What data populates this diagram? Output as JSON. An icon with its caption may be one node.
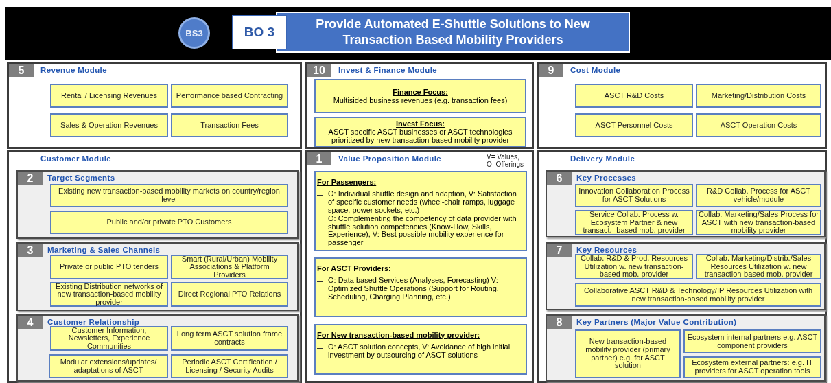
{
  "diagram": {
    "title": "Provide Automated E-Shuttle Solutions to New Transaction Based Mobility Providers",
    "nodes": [
      {
        "text": [
          "BS3"
        ]
      },
      {
        "text": [
          "BO 3"
        ]
      },
      {
        "text": [
          "5",
          "Revenue Module"
        ]
      },
      {
        "text": [
          "Rental / Licensing Revenues"
        ],
        "in": 2
      },
      {
        "text": [
          "Performance based Contracting"
        ],
        "in": 2
      },
      {
        "text": [
          "Sales & Operation Revenues"
        ],
        "in": 2
      },
      {
        "text": [
          "Transaction Fees"
        ],
        "in": 2
      },
      {
        "text": [
          "10",
          "Invest & Finance Module"
        ]
      },
      {
        "text": [
          "Finance Focus:",
          "Multisided business revenues (e.g. transaction fees)"
        ],
        "in": 7
      },
      {
        "text": [
          "Invest Focus:",
          "ASCT specific ASCT businesses or ASCT technologies prioritized by new transaction-based mobility provider"
        ],
        "in": 7
      },
      {
        "text": [
          "9",
          "Cost Module"
        ]
      },
      {
        "text": [
          "ASCT R&D Costs"
        ],
        "in": 10
      },
      {
        "text": [
          "Marketing/Distribution Costs"
        ],
        "in": 10
      },
      {
        "text": [
          "ASCT Personnel Costs"
        ],
        "in": 10
      },
      {
        "text": [
          "ASCT Operation Costs"
        ],
        "in": 10
      },
      {
        "text": [
          "Customer Module"
        ]
      },
      {
        "text": [
          "2",
          "Target Segments"
        ],
        "in": 15
      },
      {
        "text": [
          "Existing new transaction-based mobility markets on country/region level"
        ],
        "in": 16
      },
      {
        "text": [
          "Public and/or private PTO Customers"
        ],
        "in": 16
      },
      {
        "text": [
          "3",
          "Marketing & Sales Channels"
        ],
        "in": 15
      },
      {
        "text": [
          "Private or public PTO tenders"
        ],
        "in": 19
      },
      {
        "text": [
          "Smart (Rural/Urban) Mobility Associations & Platform Providers"
        ],
        "in": 19
      },
      {
        "text": [
          "Existing Distribution networks of new transaction-based mobility provider"
        ],
        "in": 19
      },
      {
        "text": [
          "Direct Regional PTO Relations"
        ],
        "in": 19
      },
      {
        "text": [
          "4",
          "Customer Relationship"
        ],
        "in": 15
      },
      {
        "text": [
          "Customer Information, Newsletters, Experience Communities"
        ],
        "in": 24
      },
      {
        "text": [
          "Long term ASCT solution frame contracts"
        ],
        "in": 24
      },
      {
        "text": [
          "Modular extensions/updates/ adaptations of ASCT"
        ],
        "in": 24
      },
      {
        "text": [
          "Periodic ASCT Certification / Licensing / Security Audits"
        ],
        "in": 24
      },
      {
        "text": [
          "1",
          "Value Proposition Module",
          "V= Values, O=Offerings"
        ]
      },
      {
        "text": [
          "For Passengers:",
          "O: Individual shuttle design and adaption, V: Satisfaction of specific customer needs (wheel-chair ramps, luggage space, power sockets, etc.)",
          "O: Complementing the competency of data provider with shuttle solution competencies (Know-How, Skills, Experience), V: Best possible mobility experience for passenger"
        ],
        "in": 29
      },
      {
        "text": [
          "For ASCT Providers:",
          "O: Data based Services (Analyses, Forecasting) V: Optimized Shuttle Operations (Support for Routing, Scheduling, Charging Planning, etc.)"
        ],
        "in": 29
      },
      {
        "text": [
          "For New transaction-based mobility provider:",
          "O: ASCT solution concepts, V: Avoidance of high initial investment by outsourcing of ASCT solutions"
        ],
        "in": 29
      },
      {
        "text": [
          "Delivery Module"
        ]
      },
      {
        "text": [
          "6",
          "Key Processes"
        ],
        "in": 33
      },
      {
        "text": [
          "Innovation Collaboration Process for ASCT Solutions"
        ],
        "in": 34
      },
      {
        "text": [
          "R&D Collab. Process for ASCT vehicle/module"
        ],
        "in": 34
      },
      {
        "text": [
          "Service Collab. Process w. Ecosystem Partner & new transact. -based mob. provider"
        ],
        "in": 34
      },
      {
        "text": [
          "Collab. Marketing/Sales Process for ASCT with new transaction-based mobility provider"
        ],
        "in": 34
      },
      {
        "text": [
          "7",
          "Key Resources"
        ],
        "in": 33
      },
      {
        "text": [
          "Collab. R&D & Prod. Resources Utilization w. new transaction-based mob. provider"
        ],
        "in": 39
      },
      {
        "text": [
          "Collab. Marketing/Distrib./Sales Resources Utilization w. new transaction-based mob. provider"
        ],
        "in": 39
      },
      {
        "text": [
          "Collaborative ASCT R&D & Technology/IP Resources Utilization with new transaction-based mobility provider"
        ],
        "in": 39
      },
      {
        "text": [
          "8",
          "Key Partners (Major Value Contribution)"
        ],
        "in": 33
      },
      {
        "text": [
          "New transaction-based mobility provider (primary partner) e.g. for ASCT solution"
        ],
        "in": 43
      },
      {
        "text": [
          "Ecosystem internal partners e.g. ASCT component providers"
        ],
        "in": 43
      },
      {
        "text": [
          "Ecosystem external partners: e.g. IT providers for ASCT operation tools"
        ],
        "in": 43
      }
    ]
  }
}
